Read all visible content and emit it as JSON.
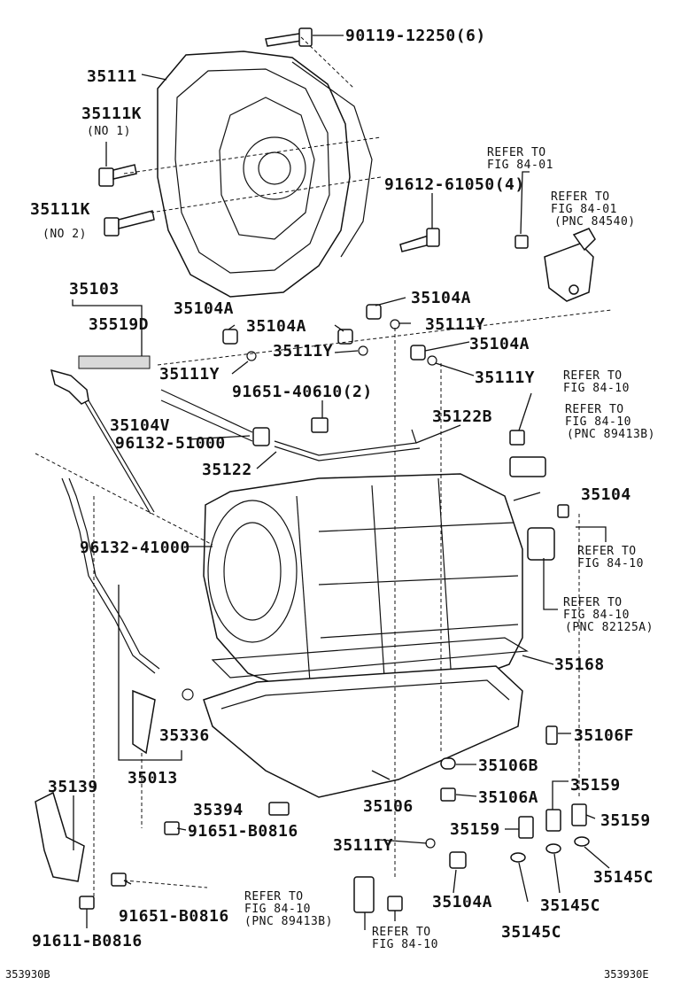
{
  "labels": {
    "p90119": "90119-12250(6)",
    "p35111": "35111",
    "p35111K_1": "35111K",
    "no1": "(NO 1)",
    "p35111K_2": "35111K",
    "no2": "(NO 2)",
    "p91612": "91612-61050(4)",
    "p35103": "35103",
    "p35519D": "35519D",
    "p35104A_1": "35104A",
    "p35104A_2": "35104A",
    "p35104A_3": "35104A",
    "p35104A_4": "35104A",
    "p35111Y_1": "35111Y",
    "p35111Y_2": "35111Y",
    "p35111Y_3": "35111Y",
    "p35111Y_4": "35111Y",
    "p91651_40610": "91651-40610(2)",
    "p35122B": "35122B",
    "p35104V": "35104V",
    "p96132_51000": "96132-51000",
    "p35122": "35122",
    "p35104": "35104",
    "p96132_41000": "96132-41000",
    "p35168": "35168",
    "p35336": "35336",
    "p35106F": "35106F",
    "p35013": "35013",
    "p35106B": "35106B",
    "p35139": "35139",
    "p35106A": "35106A",
    "p35159_1": "35159",
    "p35394": "35394",
    "p35106": "35106",
    "p35159_2": "35159",
    "p35159_3": "35159",
    "p91651_B0816_1": "91651-B0816",
    "p35145C_1": "35145C",
    "p35104A_5": "35104A",
    "p35145C_2": "35145C",
    "p35145C_3": "35145C",
    "p91651_B0816_2": "91651-B0816",
    "p91611_B0816": "91611-B0816",
    "code_left": "353930B",
    "code_right": "353930E"
  },
  "refs": {
    "r1_a": "REFER TO",
    "r1_b": "FIG 84-01",
    "r2_a": "REFER TO",
    "r2_b": "FIG 84-01",
    "r2_c": "(PNC 84540)",
    "r3_a": "REFER TO",
    "r3_b": "FIG 84-10",
    "r4_a": "REFER TO",
    "r4_b": "FIG 84-10",
    "r4_c": "(PNC 89413B)",
    "r5_a": "REFER TO",
    "r5_b": "FIG 84-10",
    "r6_a": "REFER TO",
    "r6_b": "FIG 84-10",
    "r6_c": "(PNC 82125A)",
    "r7_a": "REFER TO",
    "r7_b": "FIG 84-10",
    "r7_c": "(PNC 89413B)",
    "r8_a": "REFER TO",
    "r8_b": "FIG 84-10"
  }
}
